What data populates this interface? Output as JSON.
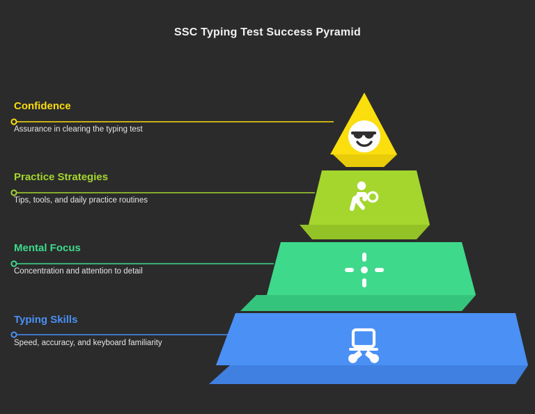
{
  "header": {
    "title": "SSC Typing Test Success Pyramid"
  },
  "theme": {
    "background": "#2b2b2b",
    "title_color": "#f2f2f2",
    "description_color": "#e6e6e6"
  },
  "chart_data": {
    "type": "pyramid",
    "title": "SSC Typing Test Success Pyramid",
    "orientation": "apex-up",
    "levels": 4,
    "legend": "none",
    "grid": false,
    "tiers": [
      {
        "rank": 1,
        "label": "Confidence",
        "description": "Assurance in clearing the typing test",
        "color": "#fade0e",
        "shade": "#e8cc0a",
        "icon": "sunglasses-face-icon",
        "width_pct": 22
      },
      {
        "rank": 2,
        "label": "Practice Strategies",
        "description": "Tips, tools, and daily practice routines",
        "color": "#a4d62e",
        "shade": "#93c226",
        "icon": "boxing-person-icon",
        "width_pct": 48
      },
      {
        "rank": 3,
        "label": "Mental Focus",
        "description": "Concentration and attention to detail",
        "color": "#3fd98c",
        "shade": "#35c47c",
        "icon": "crosshair-focus-icon",
        "width_pct": 74
      },
      {
        "rank": 4,
        "label": "Typing Skills",
        "description": "Speed, accuracy, and keyboard familiarity",
        "color": "#4a90f5",
        "shade": "#3f80e0",
        "icon": "laptop-typing-hands-icon",
        "width_pct": 100
      }
    ]
  }
}
